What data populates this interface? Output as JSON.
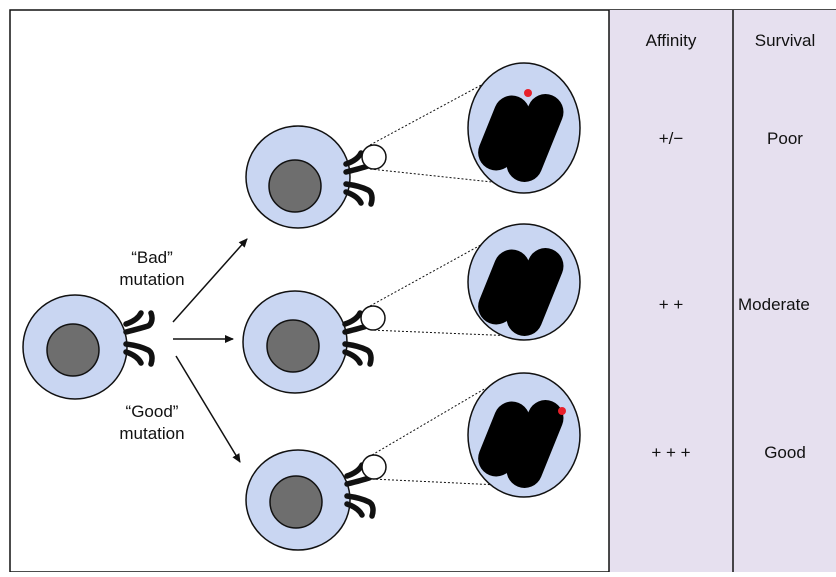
{
  "table": {
    "headers": {
      "affinity": "Affinity",
      "survival": "Survival"
    },
    "rows": [
      {
        "affinity": "+/−",
        "survival": "Poor"
      },
      {
        "affinity": "+ +",
        "survival": "Moderate"
      },
      {
        "affinity": "+ + +",
        "survival": "Good"
      }
    ]
  },
  "arrows": {
    "top_label_line1": "“Bad”",
    "top_label_line2": "mutation",
    "bottom_label_line1": "“Good”",
    "bottom_label_line2": "mutation"
  },
  "colors": {
    "cell_fill": "#c9d6f2",
    "nucleus_fill": "#6e6e6e",
    "table_fill": "#e6e0ef",
    "mutation_dot": "#e8202a",
    "outline": "#111111"
  }
}
